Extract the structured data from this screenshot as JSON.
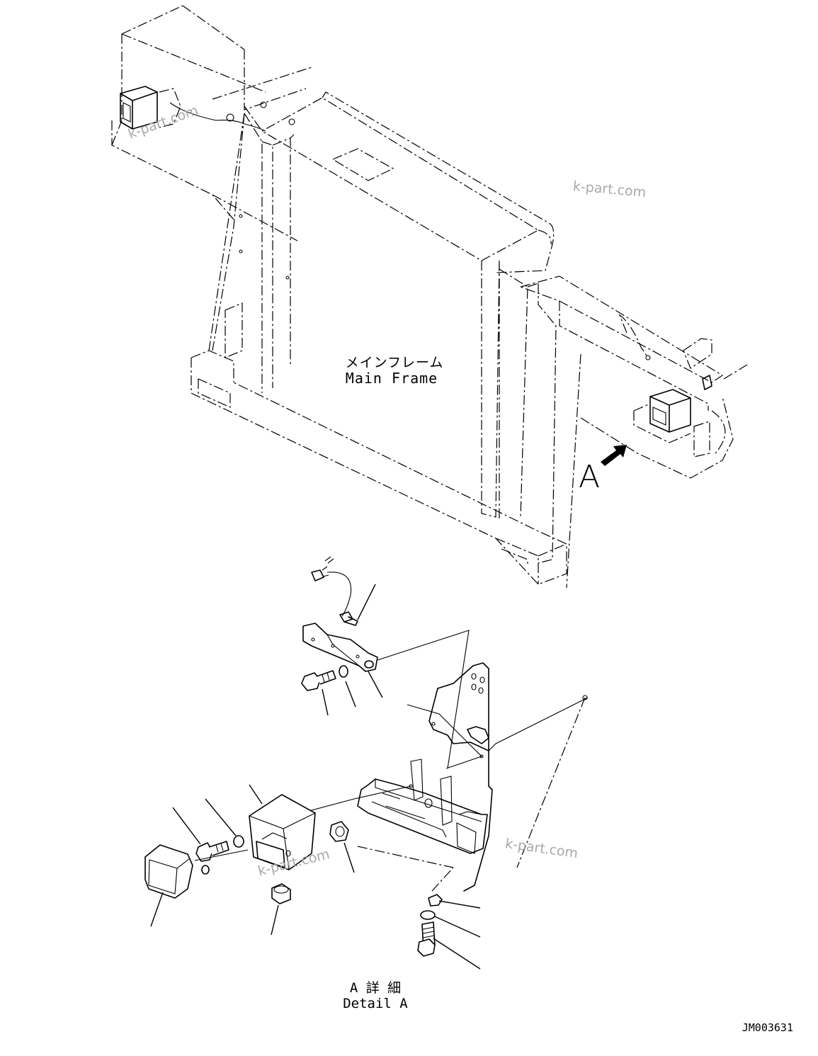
{
  "labels": {
    "main_frame_jp": "メインフレーム",
    "main_frame_en": "Main Frame",
    "view_letter": "A",
    "detail_jp": "A 詳 細",
    "detail_en": "Detail A",
    "drawing_number": "JM003631"
  },
  "watermarks": [
    "k-part.com",
    "k-part.com",
    "k-part.com",
    "k-part.com"
  ],
  "icons": {
    "view_arrow": "arrow-right-icon"
  }
}
